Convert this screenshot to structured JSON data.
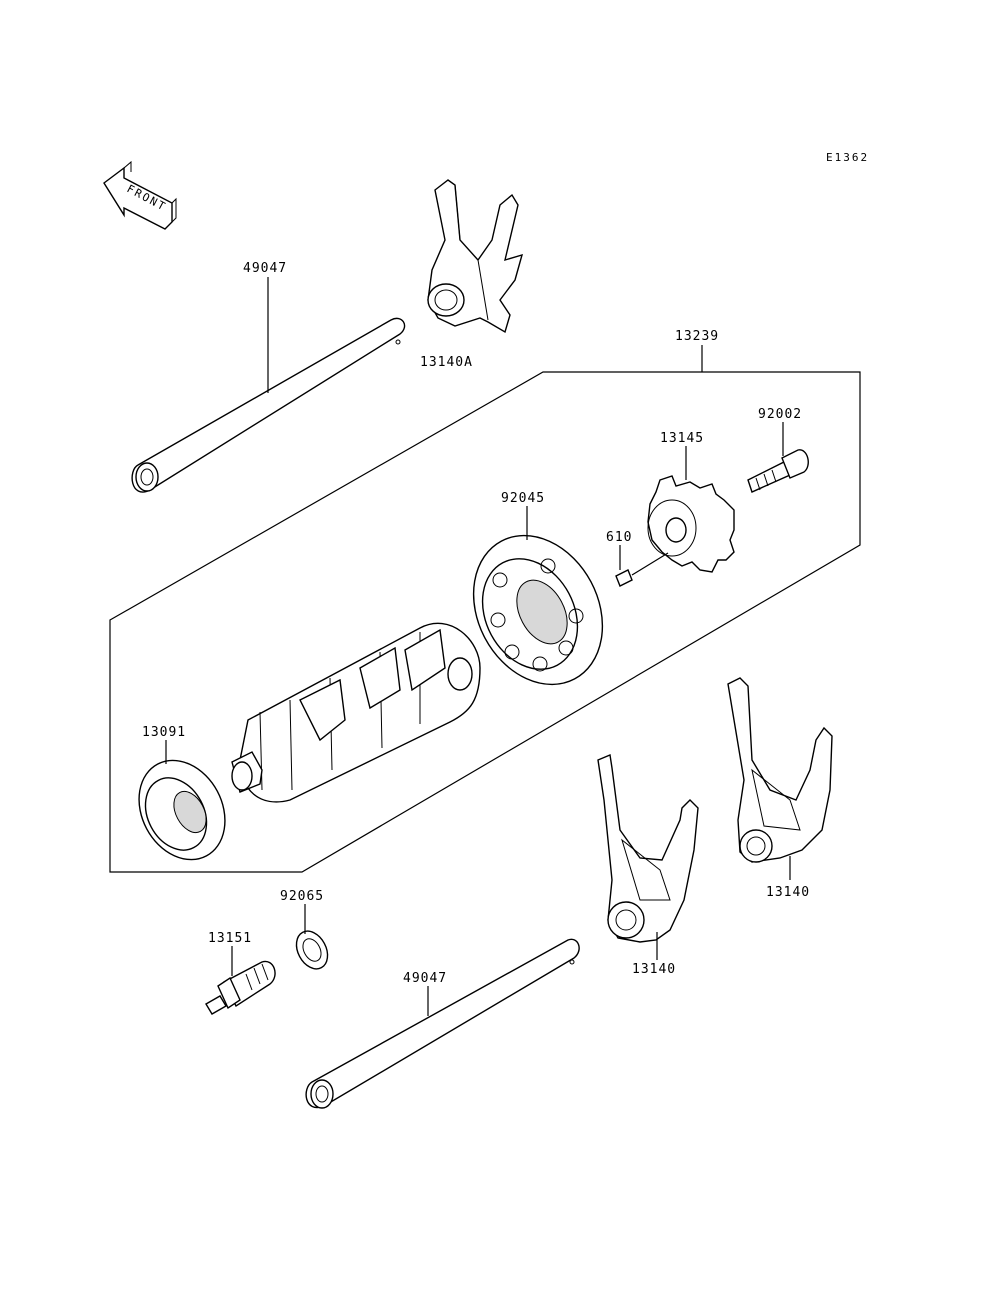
{
  "diagram_code": "E1362",
  "front_label": "FRONT",
  "parts": {
    "shift_rod_upper": "49047",
    "shift_fork_a": "13140A",
    "drum_assembly": "13239",
    "screw": "92002",
    "drum_plate": "13145",
    "bearing_large": "92045",
    "pin": "610",
    "bearing_small": "13091",
    "washer": "92065",
    "switch": "13151",
    "shift_rod_lower": "49047",
    "shift_fork_mid": "13140",
    "shift_fork_right": "13140"
  }
}
